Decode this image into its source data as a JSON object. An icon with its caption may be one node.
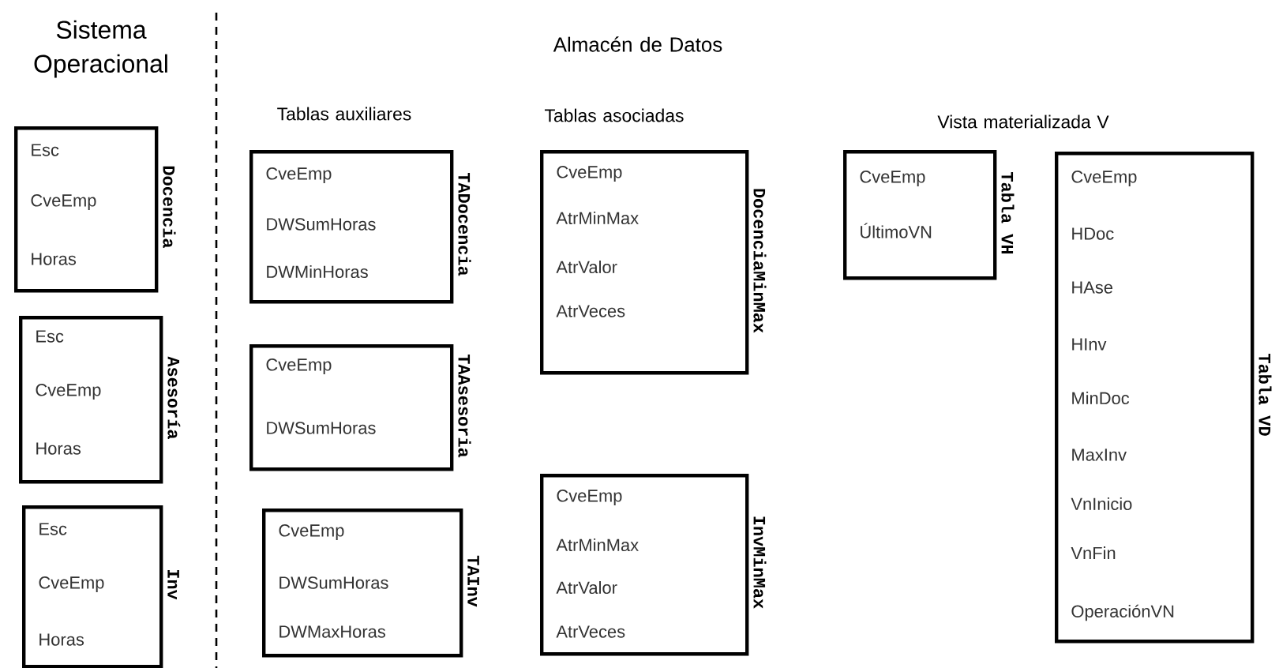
{
  "diagram": {
    "nodes": [
      {
        "text": [
          "Docencia",
          "Esc",
          "CveEmp",
          "Horas"
        ]
      },
      {
        "text": [
          "Asesoría",
          "Esc",
          "CveEmp",
          "Horas"
        ]
      },
      {
        "text": [
          "Inv",
          "Esc",
          "CveEmp",
          "Horas"
        ]
      },
      {
        "text": [
          "TADocencia",
          "CveEmp",
          "DWSumHoras",
          "DWMinHoras"
        ]
      },
      {
        "text": [
          "TAAsesoria",
          "CveEmp",
          "DWSumHoras"
        ]
      },
      {
        "text": [
          "TAInv",
          "CveEmp",
          "DWSumHoras",
          "DWMaxHoras"
        ]
      },
      {
        "text": [
          "DocenciaMinMax",
          "CveEmp",
          "AtrMinMax",
          "AtrValor",
          "AtrVeces"
        ]
      },
      {
        "text": [
          "InvMinMax",
          "CveEmp",
          "AtrMinMax",
          "AtrValor",
          "AtrVeces"
        ]
      },
      {
        "text": [
          "Tabla VH",
          "CveEmp",
          "ÚltimoVN"
        ]
      },
      {
        "text": [
          "Tabla VD",
          "CveEmp",
          "HDoc",
          "HAse",
          "HInv",
          "MinDoc",
          "MaxInv",
          "VnInicio",
          "VnFin",
          "OperaciónVN"
        ]
      }
    ],
    "labels": [
      "Sistema Operacional",
      "Almacén de Datos",
      "Tablas auxiliares",
      "Tablas asociadas",
      "Vista materializada V"
    ]
  }
}
